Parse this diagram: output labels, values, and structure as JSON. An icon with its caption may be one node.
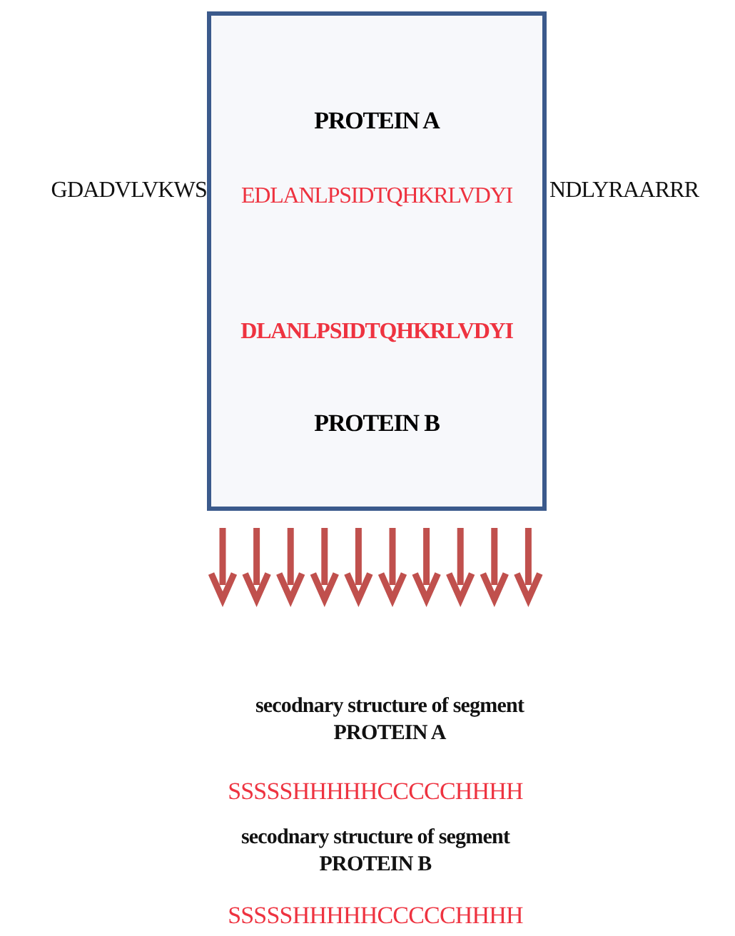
{
  "diagram": {
    "nodes": [
      {
        "text": [
          "PROTEIN A",
          "EDLANLPSIDTQHKRLVDYI",
          "DLANLPSIDTQHKRLVDYI",
          "PROTEIN B"
        ]
      }
    ],
    "edges": [],
    "labels": [
      "GDADVLVKWS",
      "NDLYRAARRR",
      "secodnary structure of segment PROTEIN A",
      "SSSSSHHHHHCCCCCHHHH",
      "secodnary structure of segment PROTEIN B",
      "SSSSSHHHHHCCCCCHHHH"
    ]
  }
}
